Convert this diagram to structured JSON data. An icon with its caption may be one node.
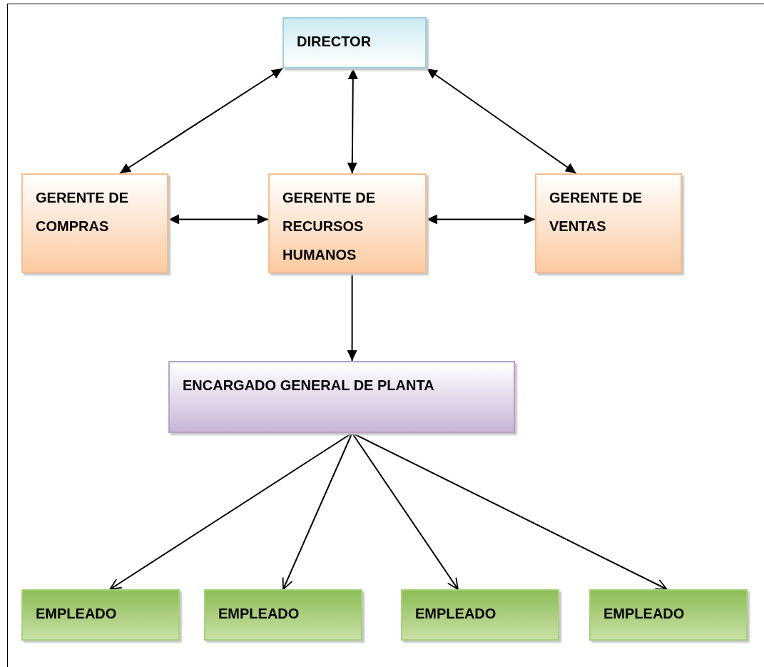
{
  "diagram": {
    "nodes": [
      {
        "text": [
          "DIRECTOR"
        ]
      },
      {
        "text": [
          "GERENTE DE COMPRAS"
        ]
      },
      {
        "text": [
          "GERENTE DE RECURSOS HUMANOS"
        ]
      },
      {
        "text": [
          "GERENTE DE VENTAS"
        ]
      },
      {
        "text": [
          "ENCARGADO GENERAL DE PLANTA"
        ]
      },
      {
        "text": [
          "EMPLEADO"
        ]
      },
      {
        "text": [
          "EMPLEADO"
        ]
      },
      {
        "text": [
          "EMPLEADO"
        ]
      },
      {
        "text": [
          "EMPLEADO"
        ]
      }
    ],
    "edges": [
      {
        "from": 0,
        "to": 1,
        "arrow": "both"
      },
      {
        "from": 0,
        "to": 2,
        "arrow": "both"
      },
      {
        "from": 0,
        "to": 3,
        "arrow": "both"
      },
      {
        "from": 1,
        "to": 2,
        "arrow": "both"
      },
      {
        "from": 2,
        "to": 3,
        "arrow": "both"
      },
      {
        "from": 2,
        "to": 4,
        "arrow": "to"
      },
      {
        "from": 4,
        "to": 5,
        "arrow": "to"
      },
      {
        "from": 4,
        "to": 6,
        "arrow": "to"
      },
      {
        "from": 4,
        "to": 7,
        "arrow": "to"
      },
      {
        "from": 4,
        "to": 8,
        "arrow": "to"
      }
    ]
  }
}
